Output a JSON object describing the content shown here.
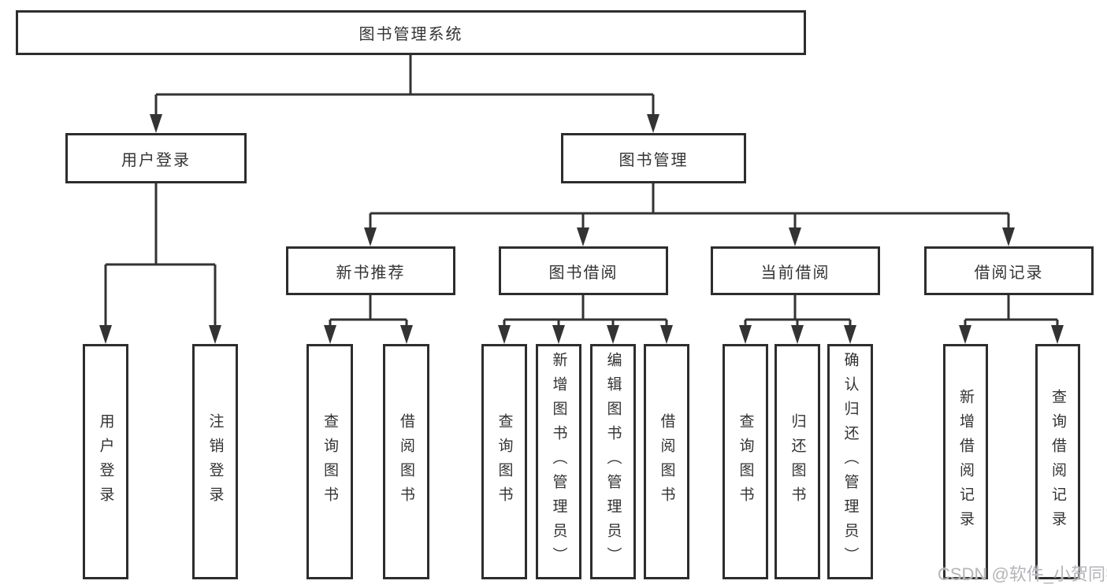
{
  "diagram": {
    "tree": {
      "label": "图书管理系统",
      "children": [
        {
          "label": "用户登录",
          "children": [
            {
              "label": "用户登录"
            },
            {
              "label": "注销登录"
            }
          ]
        },
        {
          "label": "图书管理",
          "children": [
            {
              "label": "新书推荐",
              "children": [
                {
                  "label": "查询图书"
                },
                {
                  "label": "借阅图书"
                }
              ]
            },
            {
              "label": "图书借阅",
              "children": [
                {
                  "label": "查询图书"
                },
                {
                  "label": "新增图书（管理员）"
                },
                {
                  "label": "编辑图书（管理员）"
                },
                {
                  "label": "借阅图书"
                }
              ]
            },
            {
              "label": "当前借阅",
              "children": [
                {
                  "label": "查询图书"
                },
                {
                  "label": "归还图书"
                },
                {
                  "label": "确认归还（管理员）"
                }
              ]
            },
            {
              "label": "借阅记录",
              "children": [
                {
                  "label": "新增借阅记录"
                },
                {
                  "label": "查询借阅记录"
                }
              ]
            }
          ]
        }
      ]
    },
    "colors": {
      "line": "#333333",
      "box_border": "#2d2d2d",
      "text": "#333333",
      "background": "#ffffff",
      "watermark": "#b4b4ba"
    }
  },
  "watermark": {
    "text": "CSDN @软件_小贺同学"
  }
}
